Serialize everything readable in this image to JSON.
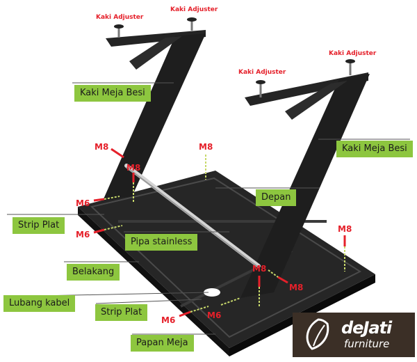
{
  "parts": {
    "kaki_meja_besi_left": "Kaki Meja Besi",
    "kaki_meja_besi_right": "Kaki Meja Besi",
    "depan": "Depan",
    "strip_plat_left": "Strip Plat",
    "pipa_stainless": "Pipa stainless",
    "belakang": "Belakang",
    "lubang_kabel": "Lubang kabel",
    "strip_plat_bottom": "Strip Plat",
    "papan_meja": "Papan Meja"
  },
  "adjusters": [
    "Kaki Adjuster",
    "Kaki Adjuster",
    "Kaki Adjuster",
    "Kaki Adjuster"
  ],
  "bolts": {
    "m8_a": "M8",
    "m8_b": "M8",
    "m8_c": "M8",
    "m8_d": "M8",
    "m8_e": "M8",
    "m8_f": "M8",
    "m6_a": "M6",
    "m6_b": "M6",
    "m6_c": "M6",
    "m6_d": "M6"
  },
  "logo": {
    "brand": "deJati",
    "sub": "furniture"
  },
  "colors": {
    "label_bg": "#8dc63f",
    "accent_red": "#e5202a",
    "frame": "#232323",
    "logo_bg": "#3b2f26"
  },
  "icons": [
    "leaf-icon"
  ]
}
